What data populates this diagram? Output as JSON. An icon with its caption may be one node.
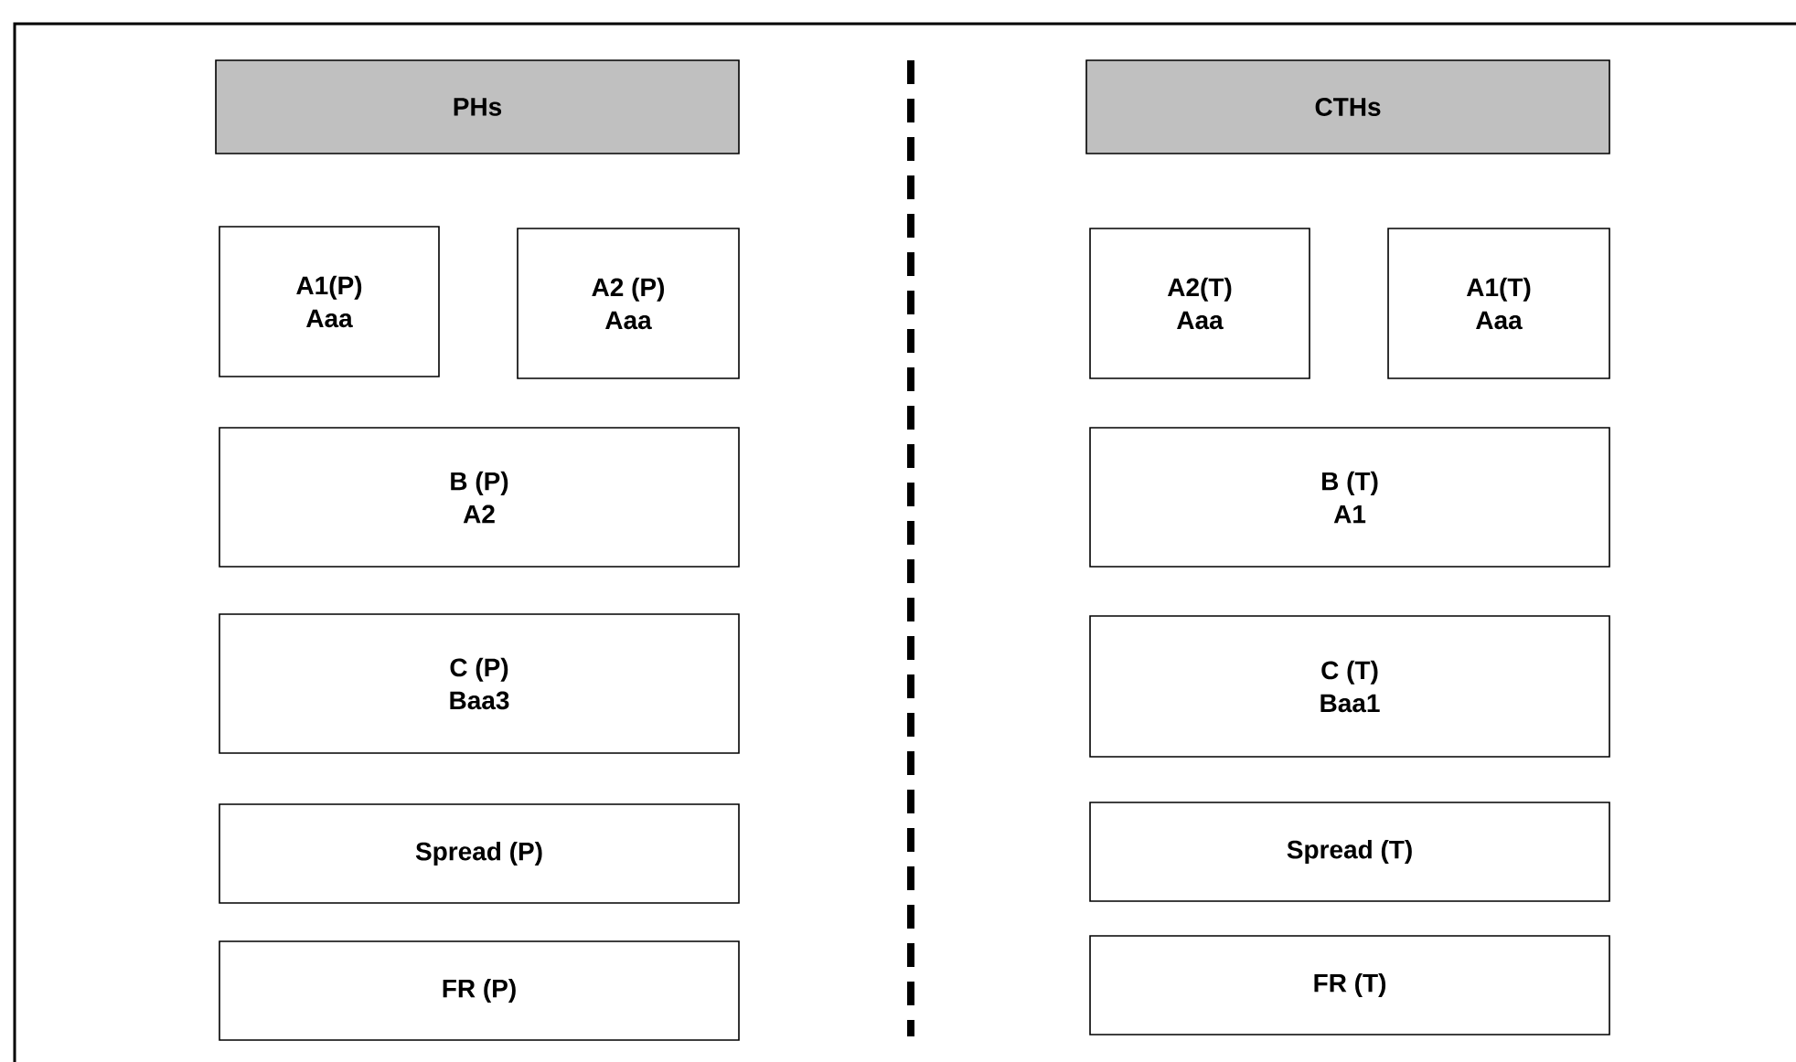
{
  "diagram": {
    "nodes": [
      {
        "text": [
          "PHs"
        ]
      },
      {
        "text": [
          "CTHs"
        ]
      },
      {
        "text": [
          "A1(P)",
          "Aaa"
        ]
      },
      {
        "text": [
          "A2 (P)",
          "Aaa"
        ]
      },
      {
        "text": [
          "A2(T)",
          "Aaa"
        ]
      },
      {
        "text": [
          "A1(T)",
          "Aaa"
        ]
      },
      {
        "text": [
          "B (P)",
          "A2"
        ]
      },
      {
        "text": [
          "B (T)",
          "A1"
        ]
      },
      {
        "text": [
          "C (P)",
          "Baa3"
        ]
      },
      {
        "text": [
          "C (T)",
          "Baa1"
        ]
      },
      {
        "text": [
          "Spread (P)"
        ]
      },
      {
        "text": [
          "Spread (T)"
        ]
      },
      {
        "text": [
          "FR (P)"
        ]
      },
      {
        "text": [
          "FR (T)"
        ]
      }
    ]
  }
}
